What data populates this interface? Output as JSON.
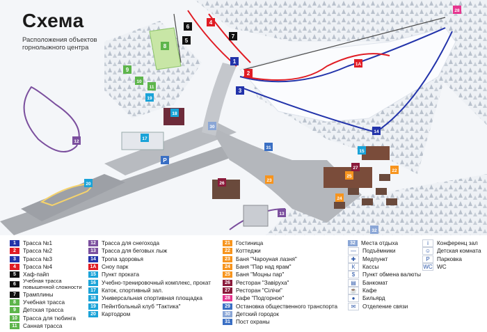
{
  "map": {
    "title": "Схема",
    "subtitle": "Расположения объектов горнолыжного центра",
    "colors": {
      "run_blue": "#2233aa",
      "run_red": "#e01c24",
      "run_black": "#111111",
      "run_green": "#5db54b",
      "service_orange": "#f7941d",
      "sled_purple": "#7b4f9e",
      "parking_blue": "#3a6fc4",
      "rest_blue": "#8aa6d6",
      "snow": "#e9edf3",
      "forest": "#cfd6df",
      "road": "#a9acb1"
    },
    "markers": [
      {
        "text": "1",
        "color": "#2233aa"
      },
      {
        "text": "2",
        "color": "#e01c24"
      },
      {
        "text": "3",
        "color": "#2233aa"
      },
      {
        "text": "4",
        "color": "#e01c24"
      },
      {
        "text": "5",
        "color": "#111111"
      },
      {
        "text": "6",
        "color": "#111111"
      },
      {
        "text": "7",
        "color": "#111111"
      },
      {
        "text": "8",
        "color": "#5db54b"
      },
      {
        "text": "9",
        "color": "#5db54b"
      },
      {
        "text": "10",
        "color": "#5db54b"
      },
      {
        "text": "11",
        "color": "#5db54b"
      },
      {
        "text": "12",
        "color": "#7b4f9e"
      },
      {
        "text": "13",
        "color": "#7b4f9e"
      },
      {
        "text": "14",
        "color": "#2233aa"
      },
      {
        "text": "15",
        "color": "#1aa3d8"
      },
      {
        "text": "17",
        "color": "#1aa3d8"
      },
      {
        "text": "18",
        "color": "#1aa3d8"
      },
      {
        "text": "19",
        "color": "#1aa3d8"
      },
      {
        "text": "20",
        "color": "#1aa3d8"
      },
      {
        "text": "1A",
        "color": "#e01c24"
      },
      {
        "text": "22",
        "color": "#f7941d"
      },
      {
        "text": "23",
        "color": "#f7941d"
      },
      {
        "text": "24",
        "color": "#f7941d"
      },
      {
        "text": "25",
        "color": "#f7941d"
      },
      {
        "text": "26",
        "color": "#8b1a3b"
      },
      {
        "text": "27",
        "color": "#8b1a3b"
      },
      {
        "text": "28",
        "color": "#e6358f"
      },
      {
        "text": "30",
        "color": "#8aa6d6"
      },
      {
        "text": "31",
        "color": "#3a6fc4"
      },
      {
        "text": "32",
        "color": "#8aa6d6"
      },
      {
        "text": "P",
        "color": "#3a6fc4"
      }
    ]
  },
  "legend": {
    "col1": [
      {
        "num": "1",
        "color": "#2233aa",
        "label": "Трасса №1"
      },
      {
        "num": "2",
        "color": "#e01c24",
        "label": "Трасса №2"
      },
      {
        "num": "3",
        "color": "#2233aa",
        "label": "Трасса №3"
      },
      {
        "num": "4",
        "color": "#e01c24",
        "label": "Трасса №4"
      },
      {
        "num": "5",
        "color": "#111111",
        "label": "Хаф-пайп"
      },
      {
        "num": "6",
        "color": "#111111",
        "label": "Учебная трасса повышенной сложности"
      },
      {
        "num": "7",
        "color": "#111111",
        "label": "Трамплины"
      },
      {
        "num": "8",
        "color": "#5db54b",
        "label": "Учебная трасса"
      },
      {
        "num": "9",
        "color": "#5db54b",
        "label": "Детская трасса"
      },
      {
        "num": "10",
        "color": "#5db54b",
        "label": "Трасса для тюбинга"
      },
      {
        "num": "11",
        "color": "#5db54b",
        "label": "Санная трасса"
      }
    ],
    "col2": [
      {
        "num": "12",
        "color": "#7b4f9e",
        "label": "Трасса для снегохода"
      },
      {
        "num": "13",
        "color": "#7b4f9e",
        "label": "Трасса для беговых лыж"
      },
      {
        "num": "14",
        "color": "#2233aa",
        "label": "Тропа здоровья"
      },
      {
        "num": "1A",
        "color": "#e01c24",
        "label": "Сноу парк"
      },
      {
        "num": "15",
        "color": "#1aa3d8",
        "label": "Пункт проката"
      },
      {
        "num": "16",
        "color": "#1aa3d8",
        "label": "Учебно-тренировочный комплекс, прокат"
      },
      {
        "num": "17",
        "color": "#1aa3d8",
        "label": "Каток, спортивный зал."
      },
      {
        "num": "18",
        "color": "#1aa3d8",
        "label": "Универсальная спортивная площадка"
      },
      {
        "num": "19",
        "color": "#1aa3d8",
        "label": "Пейнтбольный клуб \"Тактика\""
      },
      {
        "num": "20",
        "color": "#1aa3d8",
        "label": "Картодром"
      }
    ],
    "col3": [
      {
        "num": "21",
        "color": "#f7941d",
        "label": "Гостиница"
      },
      {
        "num": "22",
        "color": "#f7941d",
        "label": "Коттеджи"
      },
      {
        "num": "23",
        "color": "#f7941d",
        "label": "Баня \"Чароуная лазня\""
      },
      {
        "num": "24",
        "color": "#f7941d",
        "label": "Баня \"Пар над ярам\""
      },
      {
        "num": "25",
        "color": "#f7941d",
        "label": "Баня \"Моцны пар\""
      },
      {
        "num": "26",
        "color": "#8b1a3b",
        "label": "Ресторан \"Завiруха\""
      },
      {
        "num": "27",
        "color": "#8b1a3b",
        "label": "Ресторан \"Сiлiчи\""
      },
      {
        "num": "28",
        "color": "#e6358f",
        "label": "Кафе \"Подгорное\""
      },
      {
        "num": "29",
        "color": "#3a6fc4",
        "label": "Остановка общественного транспорта"
      },
      {
        "num": "30",
        "color": "#8aa6d6",
        "label": "Детский городок"
      },
      {
        "num": "31",
        "color": "#3a6fc4",
        "label": "Пост охраны"
      }
    ],
    "col4": [
      {
        "num": "32",
        "color": "#8aa6d6",
        "label": "Места отдыха"
      },
      {
        "icon": "lift-icon",
        "glyph": "—",
        "label": "Подъёмники"
      },
      {
        "icon": "medpoint-icon",
        "glyph": "✚",
        "label": "Медпункт"
      },
      {
        "icon": "cashier-icon",
        "glyph": "К",
        "label": "Кассы"
      },
      {
        "icon": "exchange-icon",
        "glyph": "$",
        "label": "Пункт обмена валюты"
      },
      {
        "icon": "atm-icon",
        "glyph": "▤",
        "label": "Банкомат"
      },
      {
        "icon": "cafe-icon",
        "glyph": "☕",
        "label": "Кафе"
      },
      {
        "icon": "billiard-icon",
        "glyph": "●",
        "label": "Бильярд"
      },
      {
        "icon": "post-icon",
        "glyph": "✉",
        "label": "Отделение связи"
      }
    ],
    "col5": [
      {
        "icon": "conference-icon",
        "glyph": "i",
        "label": "Конференц зал"
      },
      {
        "icon": "kids-room-icon",
        "glyph": "☺",
        "label": "Детская комната"
      },
      {
        "icon": "parking-icon",
        "glyph": "P",
        "label": "Парковка"
      },
      {
        "icon": "wc-icon",
        "glyph": "WC",
        "label": "WC"
      }
    ]
  }
}
